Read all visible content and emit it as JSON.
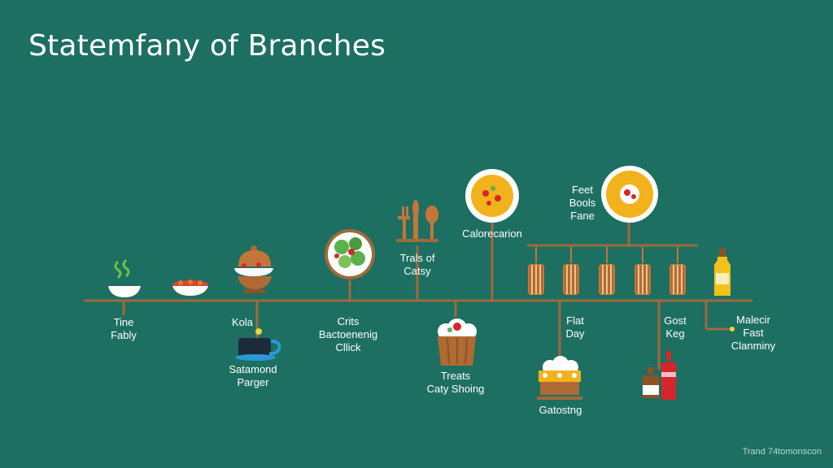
{
  "title": "Statemfany of Branches",
  "footer": "Trand 74tomonscon",
  "colors": {
    "background": "#1d6f61",
    "line": "#a06a3a",
    "text": "#ffffff",
    "plate_yellow": "#f2b21c",
    "bottle_red": "#d6262b"
  },
  "labels": {
    "tine_fably": [
      "Tine",
      "Fably"
    ],
    "kola": [
      "Kola"
    ],
    "satamond": [
      "Satamond",
      "Parger"
    ],
    "crits": [
      "Crits",
      "Bactoenenig",
      "Cllick"
    ],
    "trals": [
      "Trals of",
      "Catsy"
    ],
    "calo": [
      "Calorecarion"
    ],
    "treats": [
      "Treats",
      "Caty Shoing"
    ],
    "feet": [
      "Feet",
      "Bools",
      "Fane"
    ],
    "flat_day": [
      "Flat",
      "Day"
    ],
    "gatostng": [
      "Gatostng"
    ],
    "gost_keg": [
      "Gost",
      "Keg"
    ],
    "malecir": [
      "Malecir",
      "Fast",
      "Clanminy"
    ]
  },
  "icons": [
    "steaming-bowl-icon",
    "food-bowl-icon",
    "covered-dish-icon",
    "coffee-cup-icon",
    "salad-plate-icon",
    "utensils-icon",
    "cupcake-icon",
    "pizza-plate-icon",
    "cake-icon",
    "pizza-plate-icon",
    "lantern-icon",
    "bottle-icon",
    "oil-bottle-icon"
  ]
}
